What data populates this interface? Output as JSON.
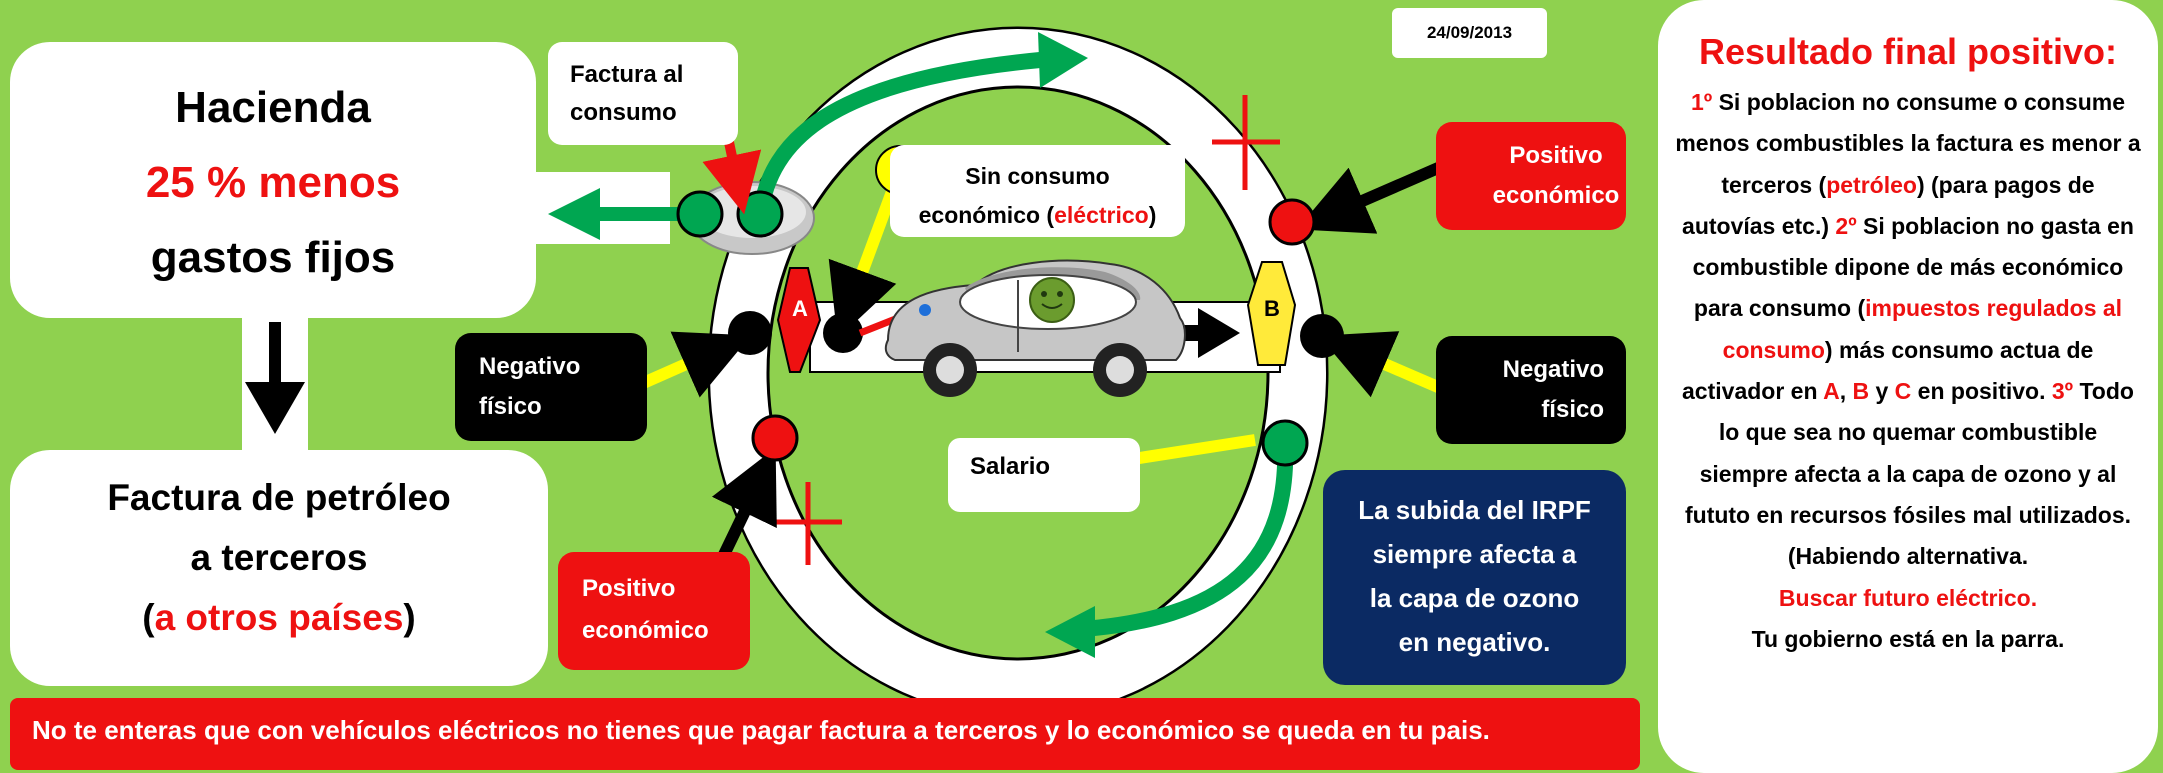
{
  "date": "24/09/2013",
  "hacienda": {
    "title": "Hacienda",
    "highlight": "25 % menos",
    "subtitle": "gastos fijos"
  },
  "factura_petroleo": {
    "line1": "Factura de petróleo",
    "line2": "a terceros",
    "open": "(",
    "highlight": "a otros países",
    "close": ")"
  },
  "factura_consumo": {
    "line1": "Factura al",
    "line2": "consumo"
  },
  "sin_consumo": {
    "line1": "Sin consumo",
    "line2_pre": "económico (",
    "line2_highlight": "eléctrico",
    "line2_post": ")"
  },
  "salario": "Salario",
  "positivo_top": {
    "line1": "Positivo",
    "line2": "económico"
  },
  "positivo_bottom": {
    "line1": "Positivo",
    "line2": "económico"
  },
  "negativo_left": {
    "line1": "Negativo",
    "line2": "físico"
  },
  "negativo_right": {
    "line1": "Negativo",
    "line2": "físico"
  },
  "marker_a": "A",
  "marker_b": "B",
  "irpf": {
    "line1": "La subida del IRPF",
    "line2": "siempre afecta a",
    "line3": "la capa de ozono",
    "line4": "en negativo."
  },
  "banner": "No te enteras que con vehículos eléctricos no tienes que pagar factura a terceros y lo económico se queda en tu pais.",
  "panel": {
    "title": "Resultado final positivo:",
    "p1_num": "1º",
    "p1_a": " Si poblacion no consume o consume menos combustibles la factura es menor a terceros (",
    "p1_red": "petróleo",
    "p1_b": ") (para pagos de autovías etc.) ",
    "p2_num": "2º",
    "p2_a": "  Si poblacion no gasta en combustible dipone de más económico para consumo (",
    "p2_red": "impuestos regulados al consumo",
    "p2_b": ") más consumo  actua de activador en ",
    "a": "A",
    "sep1": ", ",
    "b": "B",
    "sep2": " y ",
    "c": "C",
    "p2_c": " en positivo. ",
    "p3_num": "3º",
    "p3_a": " Todo lo que sea no quemar combustible siempre afecta a la capa de ozono y al fututo en recursos fósiles mal utilizados. (Habiendo alternativa.",
    "p3_red": "Buscar futuro eléctrico.",
    "p3_end": "Tu gobierno está en la parra."
  },
  "colors": {
    "background": "#8fd14f",
    "red": "#ee1111",
    "green": "#00a651",
    "yellow": "#ffff00",
    "navy": "#0b2a63"
  }
}
